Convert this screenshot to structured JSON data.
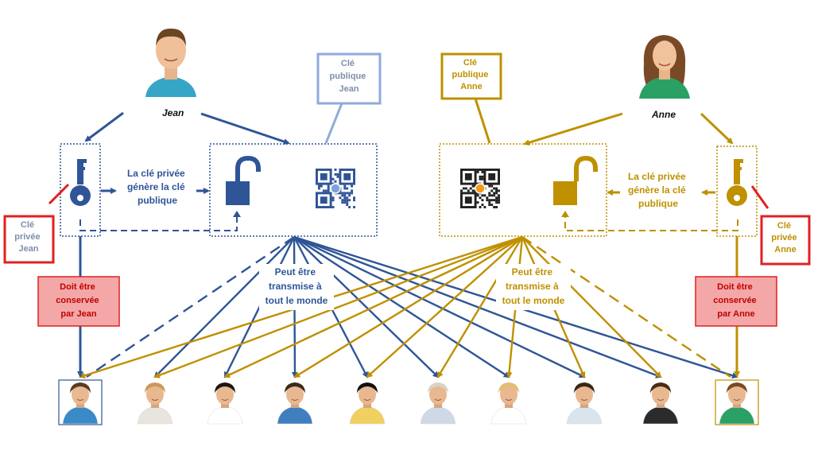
{
  "colors": {
    "jean": "#2f5597",
    "anne": "#bf9000",
    "jean_light": "#8faadc",
    "red_fill": "#f4a7a7",
    "red_border": "#e02020",
    "red_text": "#c00000",
    "grey_text": "#7f8ea8"
  },
  "jean": {
    "name": "Jean",
    "private_key_label": [
      "Clé",
      "privée",
      "Jean"
    ],
    "public_key_label": [
      "Clé",
      "publique",
      "Jean"
    ],
    "generates_label": [
      "La clé privée",
      "génère la clé",
      "publique"
    ],
    "transmit_label": [
      "Peut être",
      "transmise à",
      "tout le monde"
    ],
    "keep_label": [
      "Doit être",
      "conservée",
      "par Jean"
    ]
  },
  "anne": {
    "name": "Anne",
    "private_key_label": [
      "Clé",
      "privée",
      "Anne"
    ],
    "public_key_label": [
      "Clé",
      "publique",
      "Anne"
    ],
    "generates_label": [
      "La clé privée",
      "génère la clé",
      "publique"
    ],
    "transmit_label": [
      "Peut être",
      "transmise à",
      "tout le monde"
    ],
    "keep_label": [
      "Doit être",
      "conservée",
      "par Anne"
    ]
  },
  "recipients": [
    {
      "role": "jean",
      "shirt": "#3a8ac8",
      "hair": "#5a3b22"
    },
    {
      "role": "person",
      "shirt": "#e8e4de",
      "hair": "#c99a5b"
    },
    {
      "role": "person",
      "shirt": "#ffffff",
      "hair": "#1d1510"
    },
    {
      "role": "person",
      "shirt": "#3f7fc0",
      "hair": "#3b2a1a"
    },
    {
      "role": "person",
      "shirt": "#f0d060",
      "hair": "#111111"
    },
    {
      "role": "person",
      "shirt": "#cfd8e6",
      "hair": "#d9d3c7"
    },
    {
      "role": "person",
      "shirt": "#ffffff",
      "hair": "#e0c070"
    },
    {
      "role": "person",
      "shirt": "#d9e4ec",
      "hair": "#3a2616"
    },
    {
      "role": "person",
      "shirt": "#2b2b2b",
      "hair": "#4a2c16"
    },
    {
      "role": "anne",
      "shirt": "#2aa065",
      "hair": "#7a4a26"
    }
  ],
  "icons": [
    "key-icon",
    "padlock-open-icon",
    "qr-code-icon",
    "person-avatar-icon"
  ]
}
